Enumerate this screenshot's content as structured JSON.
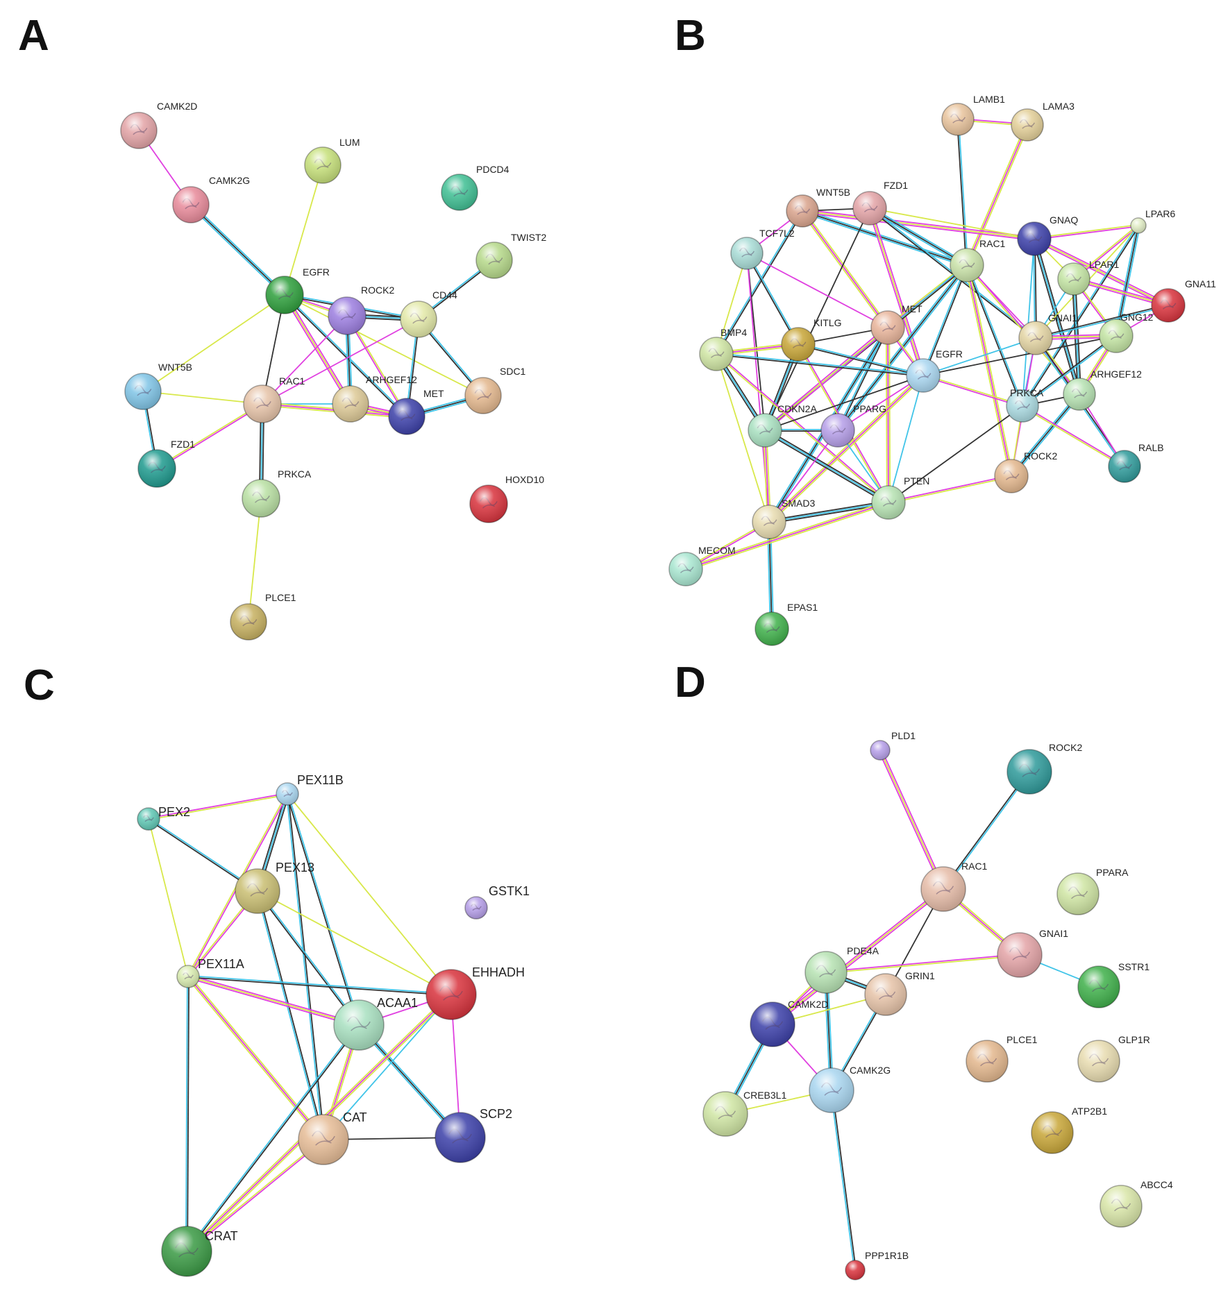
{
  "panels": [
    {
      "letter": "A",
      "nodes": [
        {
          "id": "CAMK2D",
          "label": "CAMK2D",
          "color": "#e3a3a6"
        },
        {
          "id": "CAMK2G",
          "label": "CAMK2G",
          "color": "#e88a9a"
        },
        {
          "id": "LUM",
          "label": "LUM",
          "color": "#c6e07a"
        },
        {
          "id": "PDCD4",
          "label": "PDCD4",
          "color": "#3fbf93"
        },
        {
          "id": "TWIST2",
          "label": "TWIST2",
          "color": "#b6d98a"
        },
        {
          "id": "EGFR",
          "label": "EGFR",
          "color": "#2e9f3c"
        },
        {
          "id": "ROCK2",
          "label": "ROCK2",
          "color": "#9c7ee0"
        },
        {
          "id": "CD44",
          "label": "CD44",
          "color": "#e3e9a8"
        },
        {
          "id": "WNT5B",
          "label": "WNT5B",
          "color": "#7fc4e6"
        },
        {
          "id": "RAC1",
          "label": "RAC1",
          "color": "#e6c3a8"
        },
        {
          "id": "ARHGEF12",
          "label": "ARHGEF12",
          "color": "#ddc996"
        },
        {
          "id": "MET",
          "label": "MET",
          "color": "#3b3fa8"
        },
        {
          "id": "SDC1",
          "label": "SDC1",
          "color": "#e3b78d"
        },
        {
          "id": "FZD1",
          "label": "FZD1",
          "color": "#1e9a8e"
        },
        {
          "id": "PRKCA",
          "label": "PRKCA",
          "color": "#b9e0a3"
        },
        {
          "id": "HOXD10",
          "label": "HOXD10",
          "color": "#d8323c"
        },
        {
          "id": "PLCE1",
          "label": "PLCE1",
          "color": "#c6b060"
        }
      ],
      "edges": [
        [
          "CAMK2D",
          "CAMK2G"
        ],
        [
          "CAMK2G",
          "EGFR"
        ],
        [
          "LUM",
          "EGFR"
        ],
        [
          "TWIST2",
          "CD44"
        ],
        [
          "EGFR",
          "ROCK2"
        ],
        [
          "EGFR",
          "CD44"
        ],
        [
          "EGFR",
          "WNT5B"
        ],
        [
          "EGFR",
          "RAC1"
        ],
        [
          "EGFR",
          "ARHGEF12"
        ],
        [
          "EGFR",
          "MET"
        ],
        [
          "EGFR",
          "SDC1"
        ],
        [
          "ROCK2",
          "CD44"
        ],
        [
          "ROCK2",
          "RAC1"
        ],
        [
          "ROCK2",
          "ARHGEF12"
        ],
        [
          "ROCK2",
          "MET"
        ],
        [
          "CD44",
          "MET"
        ],
        [
          "CD44",
          "RAC1"
        ],
        [
          "CD44",
          "SDC1"
        ],
        [
          "WNT5B",
          "RAC1"
        ],
        [
          "WNT5B",
          "FZD1"
        ],
        [
          "RAC1",
          "FZD1"
        ],
        [
          "RAC1",
          "ARHGEF12"
        ],
        [
          "RAC1",
          "MET"
        ],
        [
          "RAC1",
          "PRKCA"
        ],
        [
          "ARHGEF12",
          "MET"
        ],
        [
          "MET",
          "SDC1"
        ],
        [
          "PRKCA",
          "PLCE1"
        ]
      ]
    },
    {
      "letter": "B",
      "nodes": [
        {
          "id": "LAMB1",
          "label": "LAMB1",
          "color": "#e8c39c"
        },
        {
          "id": "LAMA3",
          "label": "LAMA3",
          "color": "#e3cf98"
        },
        {
          "id": "WNT5B",
          "label": "WNT5B",
          "color": "#d9a38c"
        },
        {
          "id": "FZD1",
          "label": "FZD1",
          "color": "#e3a3a6"
        },
        {
          "id": "GNAQ",
          "label": "GNAQ",
          "color": "#3b3fa8"
        },
        {
          "id": "LPAR6",
          "label": "LPAR6",
          "color": "#e0ecc4"
        },
        {
          "id": "TCF7L2",
          "label": "TCF7L2",
          "color": "#a8dcd6"
        },
        {
          "id": "RAC1",
          "label": "RAC1",
          "color": "#c9e2a8"
        },
        {
          "id": "LPAR1",
          "label": "LPAR1",
          "color": "#c3e4a3"
        },
        {
          "id": "GNA11",
          "label": "GNA11",
          "color": "#d8323c"
        },
        {
          "id": "MET",
          "label": "MET",
          "color": "#e8b49a"
        },
        {
          "id": "KITLG",
          "label": "KITLG",
          "color": "#c8a638"
        },
        {
          "id": "BMP4",
          "label": "BMP4",
          "color": "#cfe5a3"
        },
        {
          "id": "GNAI1",
          "label": "GNAI1",
          "color": "#e3d4a3"
        },
        {
          "id": "GNG12",
          "label": "GNG12",
          "color": "#c3e4a3"
        },
        {
          "id": "EGFR",
          "label": "EGFR",
          "color": "#a9d6f0"
        },
        {
          "id": "ARHGEF12",
          "label": "ARHGEF12",
          "color": "#b6e2b2"
        },
        {
          "id": "PRKCA",
          "label": "PRKCA",
          "color": "#a9d9e0"
        },
        {
          "id": "CDKN2A",
          "label": "CDKN2A",
          "color": "#a8e0c0"
        },
        {
          "id": "PPARG",
          "label": "PPARG",
          "color": "#b59ee8"
        },
        {
          "id": "RALB",
          "label": "RALB",
          "color": "#2e9a9a"
        },
        {
          "id": "ROCK2",
          "label": "ROCK2",
          "color": "#e3b78d"
        },
        {
          "id": "PTEN",
          "label": "PTEN",
          "color": "#b6e2b2"
        },
        {
          "id": "SMAD3",
          "label": "SMAD3",
          "color": "#e8dcb0"
        },
        {
          "id": "MECOM",
          "label": "MECOM",
          "color": "#a8e6d0"
        },
        {
          "id": "EPAS1",
          "label": "EPAS1",
          "color": "#3fb04a"
        }
      ],
      "edges": [
        [
          "LAMB1",
          "LAMA3"
        ],
        [
          "LAMB1",
          "RAC1"
        ],
        [
          "LAMA3",
          "RAC1"
        ],
        [
          "WNT5B",
          "FZD1"
        ],
        [
          "WNT5B",
          "TCF7L2"
        ],
        [
          "WNT5B",
          "RAC1"
        ],
        [
          "WNT5B",
          "MET"
        ],
        [
          "WNT5B",
          "BMP4"
        ],
        [
          "WNT5B",
          "GNAQ"
        ],
        [
          "FZD1",
          "RAC1"
        ],
        [
          "FZD1",
          "GNAQ"
        ],
        [
          "FZD1",
          "CDKN2A"
        ],
        [
          "FZD1",
          "EGFR"
        ],
        [
          "FZD1",
          "GNAI1"
        ],
        [
          "TCF7L2",
          "BMP4"
        ],
        [
          "TCF7L2",
          "CDKN2A"
        ],
        [
          "TCF7L2",
          "SMAD3"
        ],
        [
          "TCF7L2",
          "KITLG"
        ],
        [
          "GNAQ",
          "LPAR1"
        ],
        [
          "GNAQ",
          "GNAI1"
        ],
        [
          "GNAQ",
          "GNA11"
        ],
        [
          "GNAQ",
          "PRKCA"
        ],
        [
          "GNAQ",
          "LPAR6"
        ],
        [
          "GNAQ",
          "ARHGEF12"
        ],
        [
          "LPAR6",
          "LPAR1"
        ],
        [
          "LPAR6",
          "GNG12"
        ],
        [
          "LPAR6",
          "GNAI1"
        ],
        [
          "LPAR6",
          "PRKCA"
        ],
        [
          "LPAR1",
          "GNA11"
        ],
        [
          "LPAR1",
          "GNAI1"
        ],
        [
          "LPAR1",
          "GNG12"
        ],
        [
          "LPAR1",
          "ARHGEF12"
        ],
        [
          "GNA11",
          "GNG12"
        ],
        [
          "GNA11",
          "GNAI1"
        ],
        [
          "RAC1",
          "MET"
        ],
        [
          "RAC1",
          "EGFR"
        ],
        [
          "RAC1",
          "GNAI1"
        ],
        [
          "RAC1",
          "PRKCA"
        ],
        [
          "RAC1",
          "ROCK2"
        ],
        [
          "RAC1",
          "CDKN2A"
        ],
        [
          "RAC1",
          "ARHGEF12"
        ],
        [
          "RAC1",
          "PPARG"
        ],
        [
          "MET",
          "EGFR"
        ],
        [
          "MET",
          "KITLG"
        ],
        [
          "MET",
          "CDKN2A"
        ],
        [
          "MET",
          "SMAD3"
        ],
        [
          "MET",
          "PTEN"
        ],
        [
          "MET",
          "PPARG"
        ],
        [
          "MET",
          "TCF7L2"
        ],
        [
          "KITLG",
          "EGFR"
        ],
        [
          "KITLG",
          "BMP4"
        ],
        [
          "KITLG",
          "CDKN2A"
        ],
        [
          "KITLG",
          "PTEN"
        ],
        [
          "BMP4",
          "EGFR"
        ],
        [
          "BMP4",
          "SMAD3"
        ],
        [
          "BMP4",
          "CDKN2A"
        ],
        [
          "BMP4",
          "PTEN"
        ],
        [
          "EGFR",
          "GNAI1"
        ],
        [
          "EGFR",
          "PRKCA"
        ],
        [
          "EGFR",
          "CDKN2A"
        ],
        [
          "EGFR",
          "PPARG"
        ],
        [
          "EGFR",
          "PTEN"
        ],
        [
          "EGFR",
          "SMAD3"
        ],
        [
          "EGFR",
          "GNG12"
        ],
        [
          "GNAI1",
          "GNG12"
        ],
        [
          "GNAI1",
          "PRKCA"
        ],
        [
          "GNAI1",
          "ARHGEF12"
        ],
        [
          "GNAI1",
          "RALB"
        ],
        [
          "GNAI1",
          "ROCK2"
        ],
        [
          "GNG12",
          "PRKCA"
        ],
        [
          "GNG12",
          "ARHGEF12"
        ],
        [
          "ARHGEF12",
          "PRKCA"
        ],
        [
          "ARHGEF12",
          "RALB"
        ],
        [
          "ARHGEF12",
          "ROCK2"
        ],
        [
          "PRKCA",
          "ROCK2"
        ],
        [
          "PRKCA",
          "PTEN"
        ],
        [
          "PRKCA",
          "RALB"
        ],
        [
          "CDKN2A",
          "PPARG"
        ],
        [
          "CDKN2A",
          "SMAD3"
        ],
        [
          "CDKN2A",
          "PTEN"
        ],
        [
          "PPARG",
          "SMAD3"
        ],
        [
          "PPARG",
          "PTEN"
        ],
        [
          "ROCK2",
          "PTEN"
        ],
        [
          "PTEN",
          "SMAD3"
        ],
        [
          "SMAD3",
          "MECOM"
        ],
        [
          "SMAD3",
          "EPAS1"
        ],
        [
          "MECOM",
          "PTEN"
        ]
      ]
    },
    {
      "letter": "C",
      "nodes": [
        {
          "id": "PEX11B",
          "label": "PEX11B",
          "color": "#a9d6f0"
        },
        {
          "id": "PEX2",
          "label": "PEX2",
          "color": "#5fc7b4"
        },
        {
          "id": "PEX13",
          "label": "PEX13",
          "color": "#c9be72"
        },
        {
          "id": "GSTK1",
          "label": "GSTK1",
          "color": "#b59ee8"
        },
        {
          "id": "PEX11A",
          "label": "PEX11A",
          "color": "#d9ecb0"
        },
        {
          "id": "EHHADH",
          "label": "EHHADH",
          "color": "#d8323c"
        },
        {
          "id": "ACAA1",
          "label": "ACAA1",
          "color": "#a8e0c0"
        },
        {
          "id": "SCP2",
          "label": "SCP2",
          "color": "#3b3fa8"
        },
        {
          "id": "CAT",
          "label": "CAT",
          "color": "#e6bc96"
        },
        {
          "id": "CRAT",
          "label": "CRAT",
          "color": "#3a9a44"
        }
      ],
      "edges": [
        [
          "PEX2",
          "PEX11B"
        ],
        [
          "PEX2",
          "PEX13"
        ],
        [
          "PEX2",
          "PEX11A"
        ],
        [
          "PEX11B",
          "PEX13"
        ],
        [
          "PEX11B",
          "PEX11A"
        ],
        [
          "PEX11B",
          "ACAA1"
        ],
        [
          "PEX11B",
          "EHHADH"
        ],
        [
          "PEX11B",
          "CAT"
        ],
        [
          "PEX13",
          "PEX11A"
        ],
        [
          "PEX13",
          "ACAA1"
        ],
        [
          "PEX13",
          "EHHADH"
        ],
        [
          "PEX13",
          "CAT"
        ],
        [
          "PEX11A",
          "ACAA1"
        ],
        [
          "PEX11A",
          "EHHADH"
        ],
        [
          "PEX11A",
          "CAT"
        ],
        [
          "PEX11A",
          "CRAT"
        ],
        [
          "ACAA1",
          "EHHADH"
        ],
        [
          "ACAA1",
          "SCP2"
        ],
        [
          "ACAA1",
          "CAT"
        ],
        [
          "ACAA1",
          "CRAT"
        ],
        [
          "EHHADH",
          "SCP2"
        ],
        [
          "EHHADH",
          "CAT"
        ],
        [
          "EHHADH",
          "CRAT"
        ],
        [
          "CAT",
          "SCP2"
        ],
        [
          "CAT",
          "CRAT"
        ]
      ]
    },
    {
      "letter": "D",
      "nodes": [
        {
          "id": "PLD1",
          "label": "PLD1",
          "color": "#b59ee8"
        },
        {
          "id": "ROCK2",
          "label": "ROCK2",
          "color": "#2e9a9a"
        },
        {
          "id": "RAC1",
          "label": "RAC1",
          "color": "#e6bca8"
        },
        {
          "id": "PPARA",
          "label": "PPARA",
          "color": "#cfe5a3"
        },
        {
          "id": "GNAI1",
          "label": "GNAI1",
          "color": "#e3a3a6"
        },
        {
          "id": "PDE4A",
          "label": "PDE4A",
          "color": "#b6e2b2"
        },
        {
          "id": "GRIN1",
          "label": "GRIN1",
          "color": "#e6c3a8"
        },
        {
          "id": "SSTR1",
          "label": "SSTR1",
          "color": "#3fb04a"
        },
        {
          "id": "CAMK2D",
          "label": "CAMK2D",
          "color": "#3b3fa8"
        },
        {
          "id": "PLCE1",
          "label": "PLCE1",
          "color": "#e3b78d"
        },
        {
          "id": "GLP1R",
          "label": "GLP1R",
          "color": "#e8dcb0"
        },
        {
          "id": "CAMK2G",
          "label": "CAMK2G",
          "color": "#a9d6f0"
        },
        {
          "id": "CREB3L1",
          "label": "CREB3L1",
          "color": "#cfe5a3"
        },
        {
          "id": "ATP2B1",
          "label": "ATP2B1",
          "color": "#c8a638"
        },
        {
          "id": "ABCC4",
          "label": "ABCC4",
          "color": "#d9e6a8"
        },
        {
          "id": "PPP1R1B",
          "label": "PPP1R1B",
          "color": "#d8323c"
        }
      ],
      "edges": [
        [
          "PLD1",
          "RAC1"
        ],
        [
          "ROCK2",
          "RAC1"
        ],
        [
          "RAC1",
          "GNAI1"
        ],
        [
          "RAC1",
          "GRIN1"
        ],
        [
          "RAC1",
          "CAMK2D"
        ],
        [
          "GNAI1",
          "SSTR1"
        ],
        [
          "GNAI1",
          "PDE4A"
        ],
        [
          "PDE4A",
          "GRIN1"
        ],
        [
          "PDE4A",
          "CAMK2D"
        ],
        [
          "PDE4A",
          "CAMK2G"
        ],
        [
          "GRIN1",
          "CAMK2D"
        ],
        [
          "GRIN1",
          "CAMK2G"
        ],
        [
          "CAMK2D",
          "CAMK2G"
        ],
        [
          "CAMK2D",
          "CREB3L1"
        ],
        [
          "CAMK2G",
          "CREB3L1"
        ],
        [
          "CAMK2G",
          "PPP1R1B"
        ]
      ]
    }
  ]
}
